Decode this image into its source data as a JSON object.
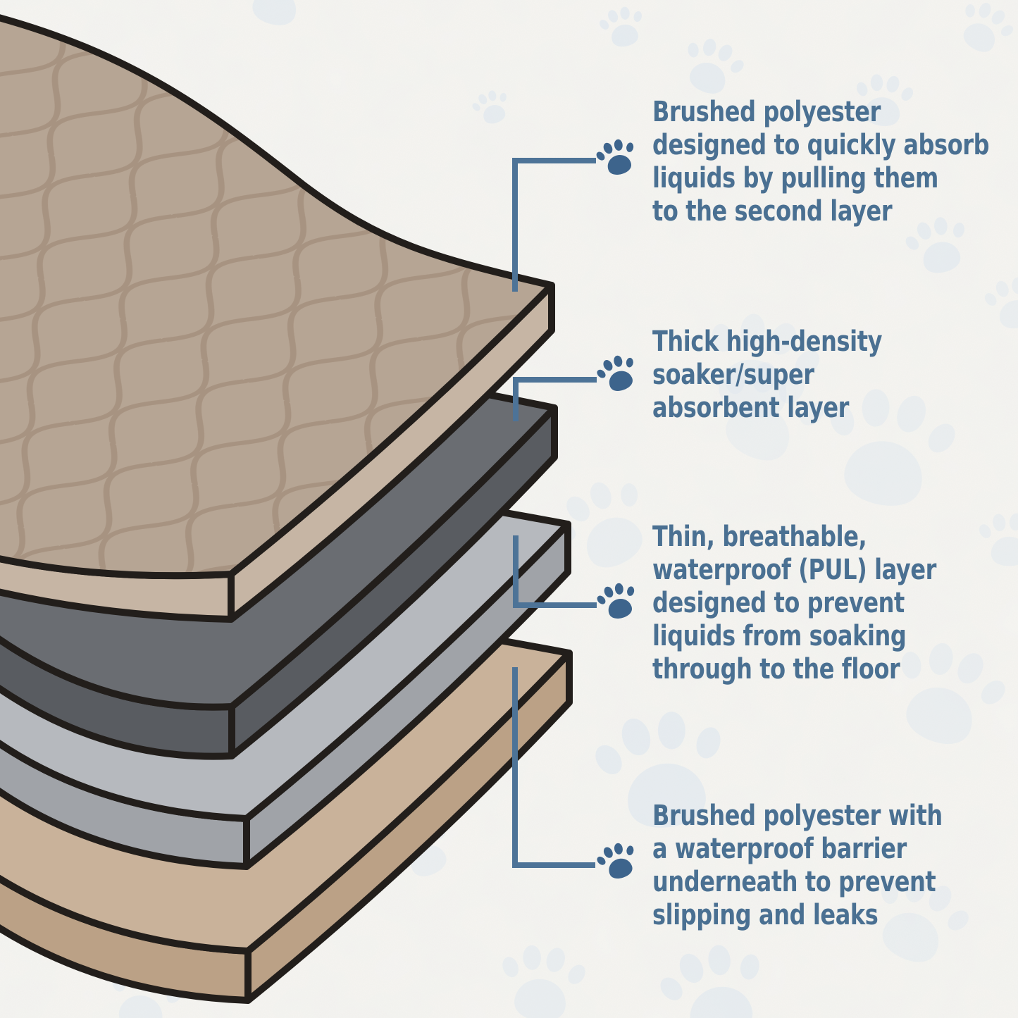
{
  "colors": {
    "background": "#f7f6f2",
    "outline": "#221e1b",
    "text": "#4a7092",
    "connector": "#4d7397",
    "paw_icon": "#3d648c",
    "paw_watermark": "#dce6ef",
    "layer1_top": "#b6a594",
    "layer1_pattern": "#a48f7c",
    "layer1_side": "#c6b5a4",
    "layer2_top": "#6a6d72",
    "layer2_side": "#595c61",
    "layer3_top": "#b6b9be",
    "layer3_side": "#a0a3a8",
    "layer4_top": "#c9b29a",
    "layer4_side": "#bba186"
  },
  "annotations": [
    {
      "icon": "paw",
      "text": "Brushed polyester\ndesigned to quickly absorb\nliquids by pulling them\nto the second layer"
    },
    {
      "icon": "paw",
      "text": "Thick high-density\nsoaker/super\nabsorbent layer"
    },
    {
      "icon": "paw",
      "text": "Thin, breathable,\nwaterproof (PUL) layer\ndesigned to prevent\nliquids from soaking\nthrough to the floor"
    },
    {
      "icon": "paw",
      "text": "Brushed polyester with\na waterproof barrier\nunderneath to prevent\nslipping and leaks"
    }
  ]
}
